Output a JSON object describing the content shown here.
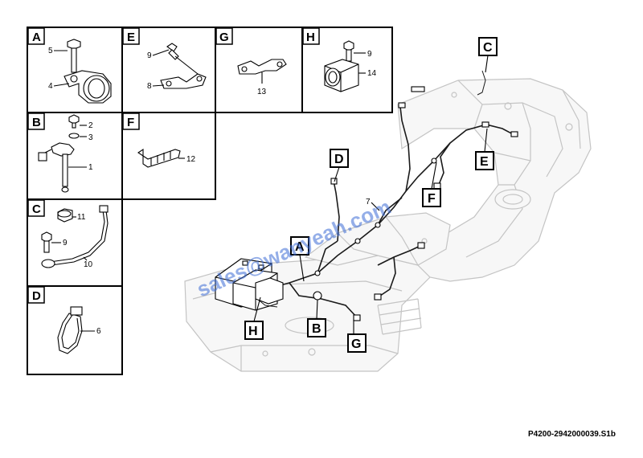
{
  "drawing_id": "P4200-2942000039.S1b",
  "watermark": "sales@wanyeah.com",
  "detail_boxes": [
    {
      "letter": "A",
      "parts": [
        "5",
        "4"
      ]
    },
    {
      "letter": "E",
      "parts": [
        "9",
        "8"
      ]
    },
    {
      "letter": "G",
      "parts": [
        "13"
      ]
    },
    {
      "letter": "H",
      "parts": [
        "9",
        "14"
      ]
    },
    {
      "letter": "B",
      "parts": [
        "2",
        "3",
        "1"
      ]
    },
    {
      "letter": "F",
      "parts": [
        "12"
      ]
    },
    {
      "letter": "C",
      "parts": [
        "11",
        "9",
        "10"
      ]
    },
    {
      "letter": "D",
      "parts": [
        "6"
      ]
    }
  ],
  "callouts": [
    "C",
    "D",
    "E",
    "F",
    "A",
    "B",
    "H",
    "G"
  ],
  "main_labels": [
    "7"
  ]
}
